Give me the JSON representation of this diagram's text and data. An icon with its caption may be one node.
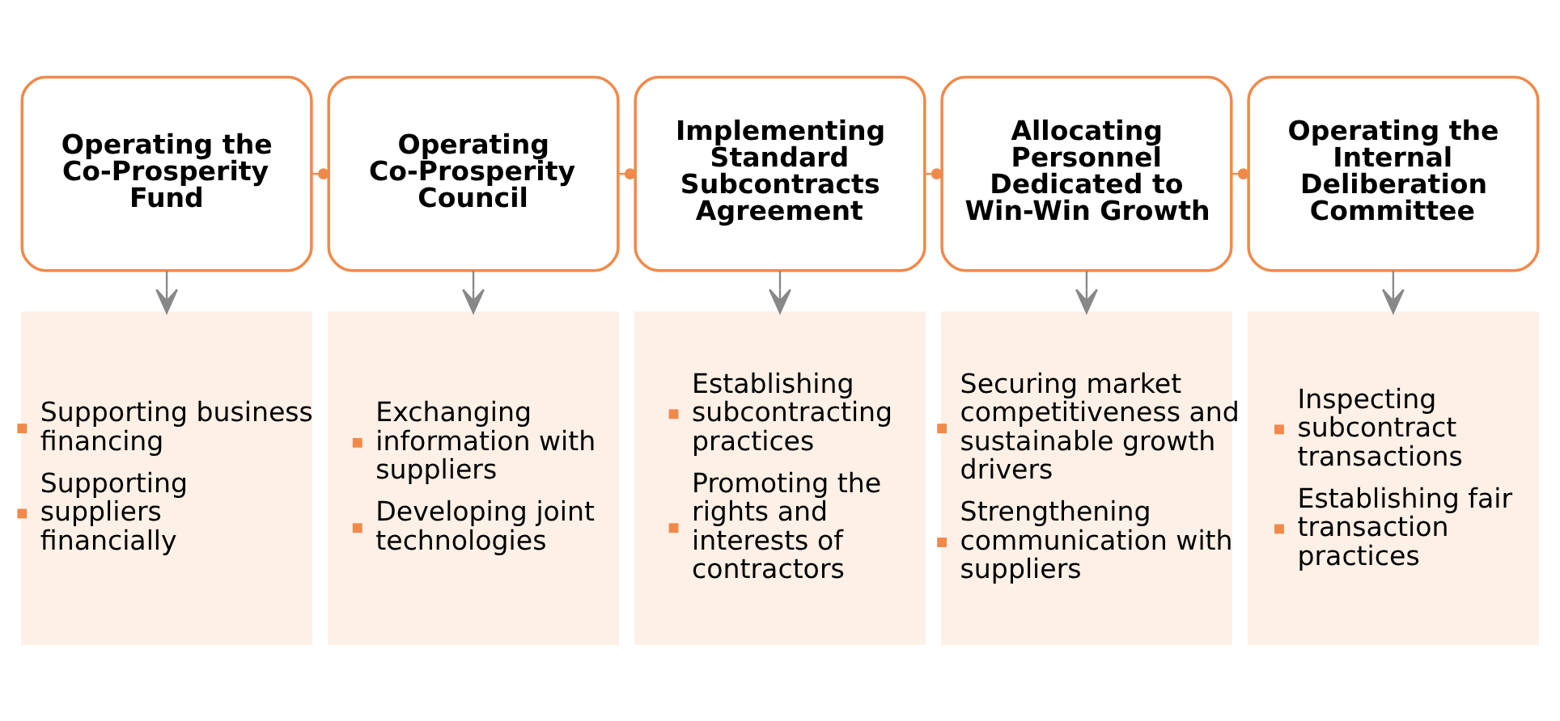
{
  "diagram": {
    "nodes": [
      {
        "text": [
          "Operating the Co-Prosperity Fund"
        ]
      },
      {
        "text": [
          "Operating Co-Prosperity Council"
        ]
      },
      {
        "text": [
          "Implementing Standard Subcontracts Agreement"
        ]
      },
      {
        "text": [
          "Allocating Personnel Dedicated to Win-Win Growth"
        ]
      },
      {
        "text": [
          "Operating the Internal Deliberation Committee"
        ]
      },
      {
        "text": [
          "Supporting business financing",
          "Supporting suppliers financially"
        ]
      },
      {
        "text": [
          "Exchanging information with suppliers",
          "Developing joint technologies"
        ]
      },
      {
        "text": [
          "Establishing subcontracting practices",
          "Promoting the rights and interests of contractors"
        ]
      },
      {
        "text": [
          "Securing market competitiveness and sustainable growth drivers",
          "Strengthening communication with suppliers"
        ]
      },
      {
        "text": [
          "Inspecting subcontract transactions",
          "Establishing fair transaction practices"
        ]
      }
    ],
    "edges": [
      {
        "from": 0,
        "to": 1,
        "arrow": "other",
        "color": "#f08a4b"
      },
      {
        "from": 1,
        "to": 2,
        "arrow": "other",
        "color": "#f08a4b"
      },
      {
        "from": 2,
        "to": 3,
        "arrow": "other",
        "color": "#f08a4b"
      },
      {
        "from": 3,
        "to": 4,
        "arrow": "other",
        "color": "#f08a4b"
      },
      {
        "from": 0,
        "to": 5,
        "arrow": "to"
      },
      {
        "from": 1,
        "to": 6,
        "arrow": "to"
      },
      {
        "from": 2,
        "to": 7,
        "arrow": "to"
      },
      {
        "from": 3,
        "to": 8,
        "arrow": "to"
      },
      {
        "from": 4,
        "to": 9,
        "arrow": "to"
      }
    ]
  }
}
